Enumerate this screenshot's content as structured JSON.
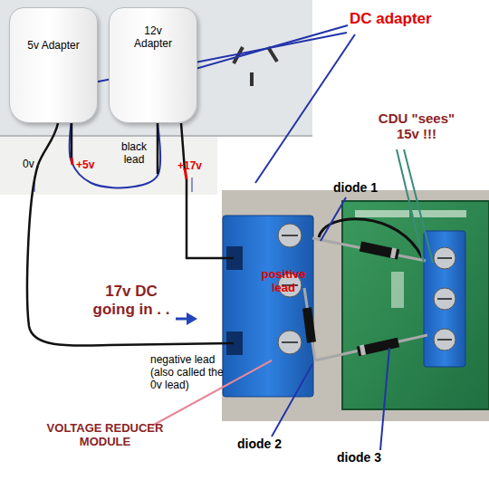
{
  "diagram": {
    "nodes": [
      {
        "text": [
          "5v Adapter"
        ]
      },
      {
        "text": [
          "12v Adapter"
        ]
      }
    ],
    "edges": [
      {
        "from": 0,
        "to": 1,
        "arrow": "none"
      }
    ],
    "labels": [
      "0v",
      "+5v",
      "black lead",
      "+17v",
      "DC adapter",
      "CDU \"sees\" 15v !!!",
      "diode 1",
      "positive lead",
      "17v DC going in . .",
      "negative lead (also called the 0v lead)",
      "VOLTAGE REDUCER MODULE",
      "diode 2",
      "diode 3"
    ]
  }
}
